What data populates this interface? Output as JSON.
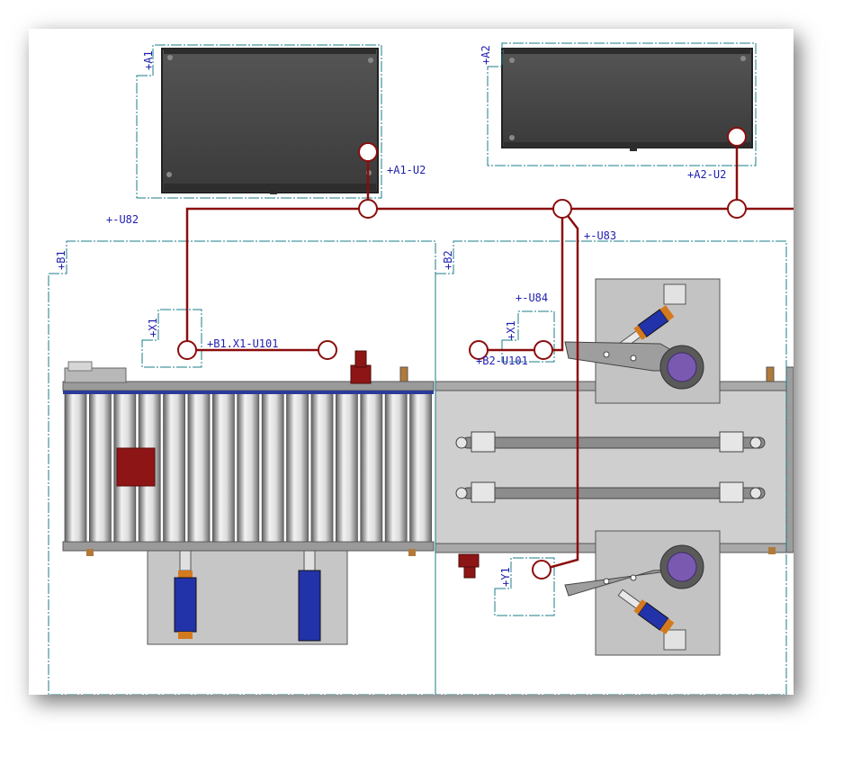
{
  "colors": {
    "boundary": "#1b7d8a",
    "wire": "#8b0d0d",
    "label": "#1f1fb0",
    "housing": "#4a4a4a",
    "plate": "#c6c6c6",
    "plate_dark": "#6f6f6f",
    "cylinder_blue": "#2232a8",
    "cylinder_orange": "#d47a1e",
    "knob_purple": "#7a5ab0",
    "red_block": "#8e1515"
  },
  "labels": {
    "a1": "+A1",
    "a2": "+A2",
    "a1_u2": "+A1-U2",
    "a2_u2": "+A2-U2",
    "u82": "+-U82",
    "u83": "+-U83",
    "u84": "+-U84",
    "b1": "+B1",
    "b2": "+B2",
    "x1_b1": "+X1",
    "b1_x1_u101": "+B1.X1-U101",
    "x1_b2": "+X1",
    "b2_u101": "+B2-U101",
    "y1": "+Y1"
  }
}
